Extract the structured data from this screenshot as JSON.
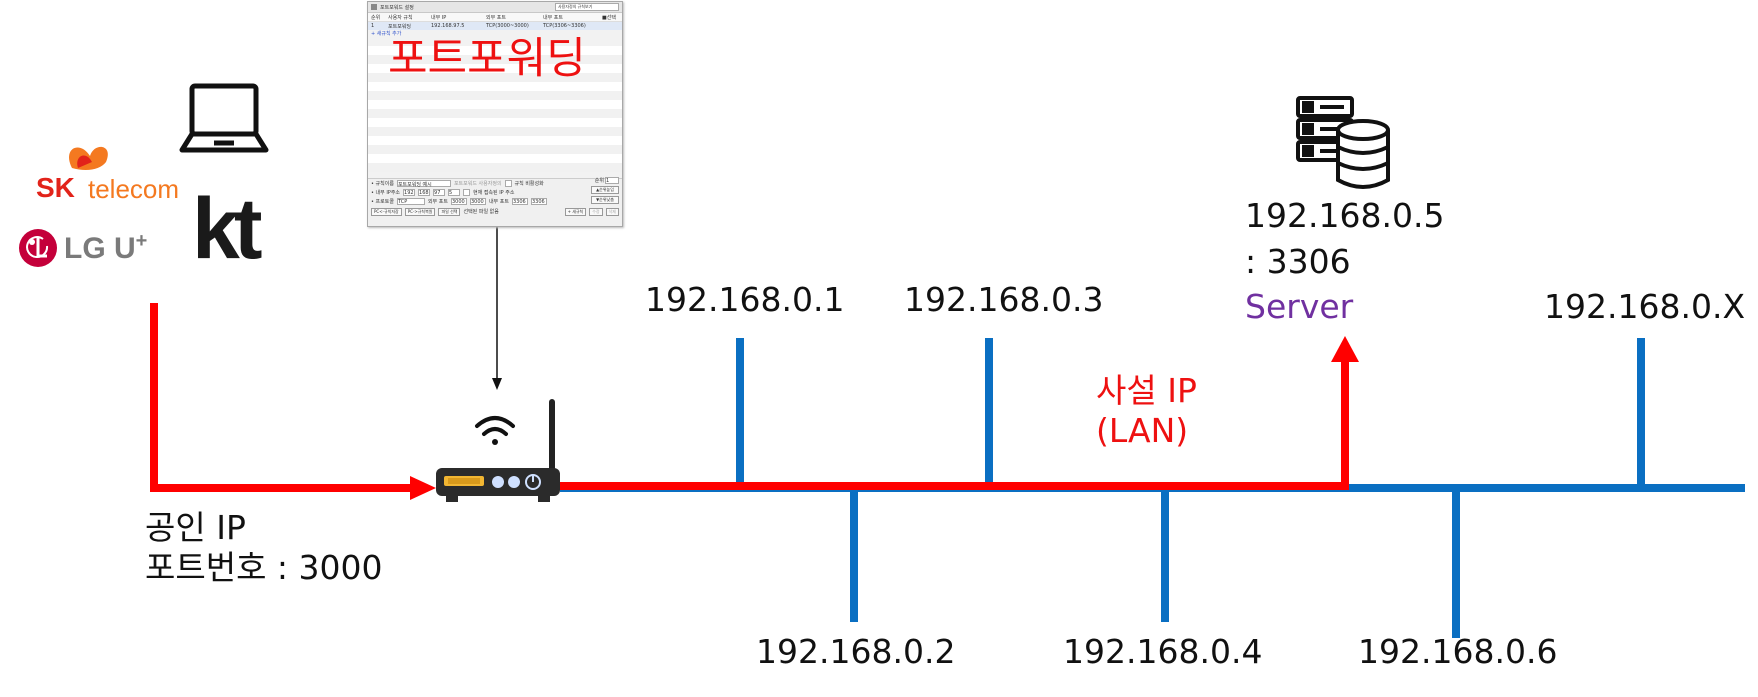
{
  "carriers": {
    "sk_brand": "SK",
    "sk_sub": "telecom",
    "lgu_brand": "LG U",
    "lgu_plus": "+",
    "kt_brand": "kt"
  },
  "config_window": {
    "title": "포트포워드 설정",
    "filter": "사용자정의 규칙보기",
    "columns": [
      "순위",
      "사용자 규칙",
      "내부 IP",
      "외부 포트",
      "내부 포트",
      "■선택"
    ],
    "row": [
      "1",
      "포트포워딩",
      "192.168.97.5",
      "TCP(3000~3000)",
      "TCP(3306~3306)"
    ],
    "add_rule": "새규칙 추가",
    "form": {
      "rule_name_label": "• 규칙이름",
      "rule_name_value": "포트포워딩 예시",
      "user_defined": "포트포워드 사용자정의",
      "rule_disable": "규칙 비활성화",
      "internal_ip_label": "• 내부 IP주소",
      "ip_parts": [
        "192",
        "168",
        "97",
        "5"
      ],
      "current_ip": "현재 접속된 IP 주소",
      "protocol_label": "• 프로토콜",
      "protocol_value": "TCP",
      "ext_port_label": "외부 포트",
      "ext_from": "3000",
      "ext_to": "3000",
      "int_port_label": "내부 포트",
      "int_from": "3306",
      "int_to": "3306",
      "order_label": "순위",
      "order_value": "1"
    },
    "buttons": [
      "PC<-규칙저장",
      "PC->규칙복원",
      "파일 선택",
      "선택된 파일 없음"
    ],
    "side_buttons": [
      "▲순위높임",
      "▼순위낮춤"
    ],
    "footer_buttons": [
      "+ 새규칙",
      "수정",
      "삭제"
    ]
  },
  "overlay_title": "포트포워딩",
  "public_ip": {
    "line1": "공인 IP",
    "line2": "포트번호 : 3000"
  },
  "private_ip": {
    "line1": "사설 IP",
    "line2": "(LAN)"
  },
  "server": {
    "ip": "192.168.0.5",
    "port": ": 3306",
    "label": "Server"
  },
  "hosts_top": [
    "192.168.0.1",
    "192.168.0.3",
    "192.168.0.X"
  ],
  "hosts_bottom": [
    "192.168.0.2",
    "192.168.0.4",
    "192.168.0.6"
  ],
  "colors": {
    "flow": "#ff0000",
    "lan": "#0a6fc2",
    "server_label": "#7030a0",
    "text": "#111111"
  },
  "icons": [
    "laptop-icon",
    "router-icon",
    "wifi-icon",
    "server-icon",
    "database-icon"
  ]
}
